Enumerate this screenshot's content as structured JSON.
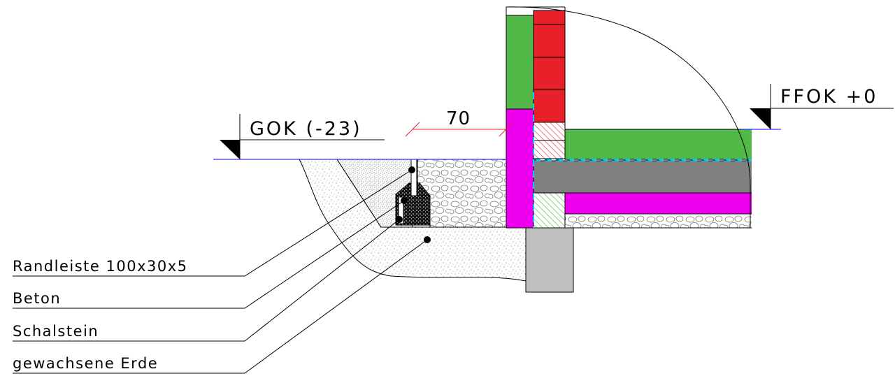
{
  "levels": {
    "ground": "GOK (-23)",
    "floor": "FFOK +0"
  },
  "dimension": {
    "value": "70",
    "color": "#e8202a"
  },
  "labels": [
    {
      "id": "randleiste",
      "text": "Randleiste 100x30x5"
    },
    {
      "id": "beton",
      "text": "Beton"
    },
    {
      "id": "schalstein",
      "text": "Schalstein"
    },
    {
      "id": "erde",
      "text": "gewachsene Erde"
    }
  ],
  "colors": {
    "green": "#52b848",
    "red": "#e8202a",
    "magenta": "#ee00ee",
    "grey": "#808080",
    "lightgrey": "#c0c0c0",
    "blue_line": "#3333ff",
    "cyan": "#00d0ff"
  }
}
